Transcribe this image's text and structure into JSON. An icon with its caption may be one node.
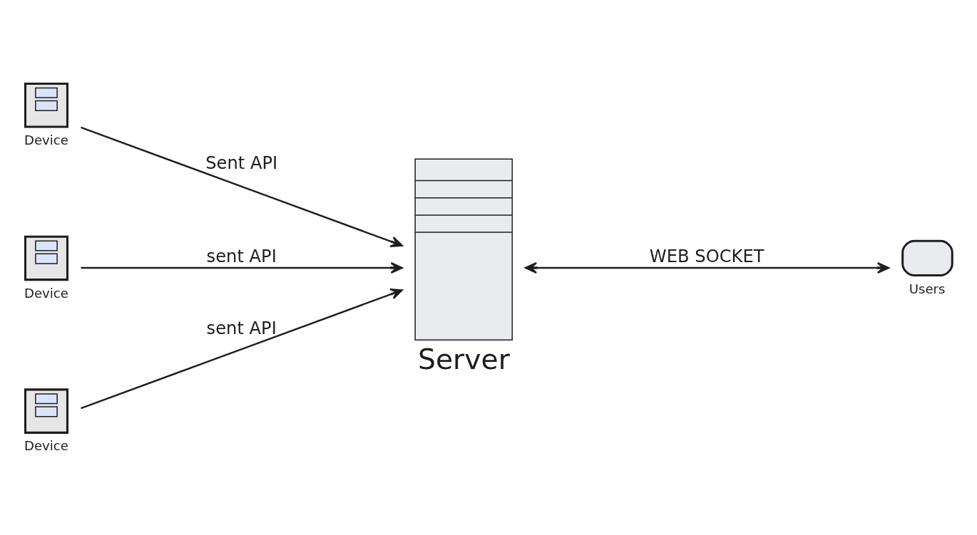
{
  "diagram": {
    "nodes": [
      {
        "text": [
          "Device"
        ]
      },
      {
        "text": [
          "Device"
        ]
      },
      {
        "text": [
          "Device"
        ]
      },
      {
        "text": [
          "Server"
        ]
      },
      {
        "text": [
          "Users"
        ]
      }
    ],
    "edges": [
      {
        "from": 0,
        "to": 3,
        "arrow": "to",
        "label": "Sent API"
      },
      {
        "from": 1,
        "to": 3,
        "arrow": "to",
        "label": "sent API"
      },
      {
        "from": 2,
        "to": 3,
        "arrow": "to",
        "label": "sent API"
      },
      {
        "from": 3,
        "to": 4,
        "arrow": "both",
        "label": "WEB SOCKET"
      }
    ]
  }
}
